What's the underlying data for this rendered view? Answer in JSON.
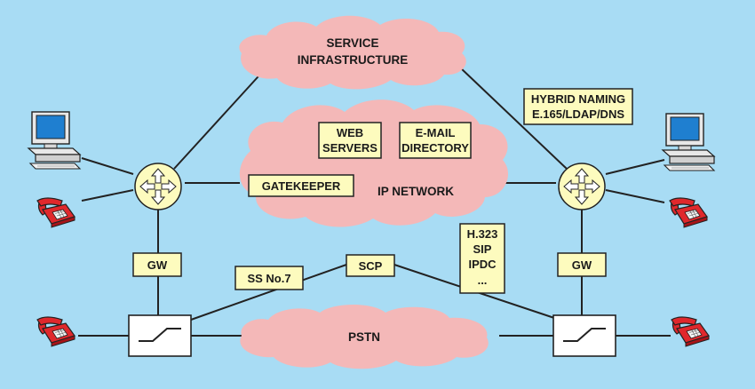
{
  "clouds": {
    "service_line1": "SERVICE",
    "service_line2": "INFRASTRUCTURE",
    "ip_network": "IP NETWORK",
    "pstn": "PSTN"
  },
  "boxes": {
    "web_servers_1": "WEB",
    "web_servers_2": "SERVERS",
    "email_1": "E-MAIL",
    "email_2": "DIRECTORY",
    "gatekeeper": "GATEKEEPER",
    "hybrid_1": "HYBRID NAMING",
    "hybrid_2": "E.165/LDAP/DNS",
    "gw_left": "GW",
    "gw_right": "GW",
    "scp": "SCP",
    "ss7": "SS No.7",
    "proto_1": "H.323",
    "proto_2": "SIP",
    "proto_3": "IPDC",
    "proto_4": "..."
  },
  "icons": [
    "computer-icon",
    "telephone-icon",
    "router-icon",
    "switch-icon",
    "cloud-icon"
  ],
  "colors": {
    "background": "#a8dcf4",
    "cloud": "#f4b8b8",
    "label_box": "#fdfbbe",
    "router": "#fdfbbe",
    "phone": "#e0282c",
    "monitor_screen": "#1f7fd0"
  }
}
